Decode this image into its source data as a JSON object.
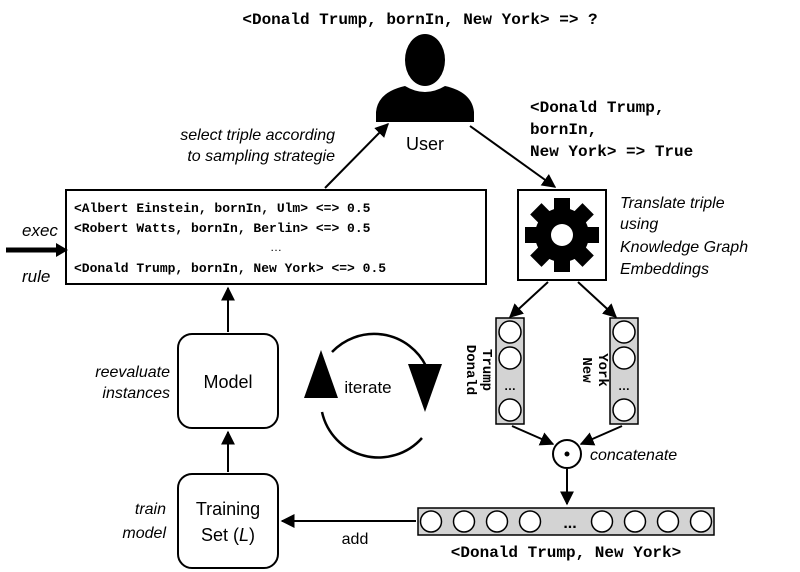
{
  "query": "<Donald Trump, bornIn, New York> => ?",
  "user": {
    "label": "User"
  },
  "answer": {
    "line1": "<Donald Trump,",
    "line2": "bornIn,",
    "line3": "New York> => True"
  },
  "select_caption": {
    "line1": "select triple according",
    "line2": "to sampling strategie"
  },
  "rule_box": {
    "rows": [
      "<Albert Einstein, bornIn, Ulm> <=> 0.5",
      "<Robert Watts, bornIn, Berlin> <=> 0.5",
      "…",
      "<Donald Trump, bornIn, New York> <=> 0.5"
    ]
  },
  "exec_label": "exec",
  "rule_label": "rule",
  "translate_caption": {
    "line1": "Translate triple",
    "line2": "using",
    "line3": "Knowledge Graph",
    "line4": "Embeddings"
  },
  "vector_left_label": {
    "line1": "Donald",
    "line2": "Trump"
  },
  "vector_right_label": {
    "line1": "New",
    "line2": "York"
  },
  "vector_ellipsis": "…",
  "concatenate_label": "concatenate",
  "concat_ellipsis": "...",
  "concat_caption": "<Donald Trump, New York>",
  "iterate_label": "iterate",
  "model": {
    "label": "Model"
  },
  "reevaluate_caption": {
    "line1": "reevaluate",
    "line2": "instances"
  },
  "training_set": {
    "line1": "Training",
    "line2_prefix": "Set (",
    "line2_var": "L",
    "line2_suffix": ")"
  },
  "train_caption": {
    "line1": "train",
    "line2": "model"
  },
  "add_label": "add"
}
